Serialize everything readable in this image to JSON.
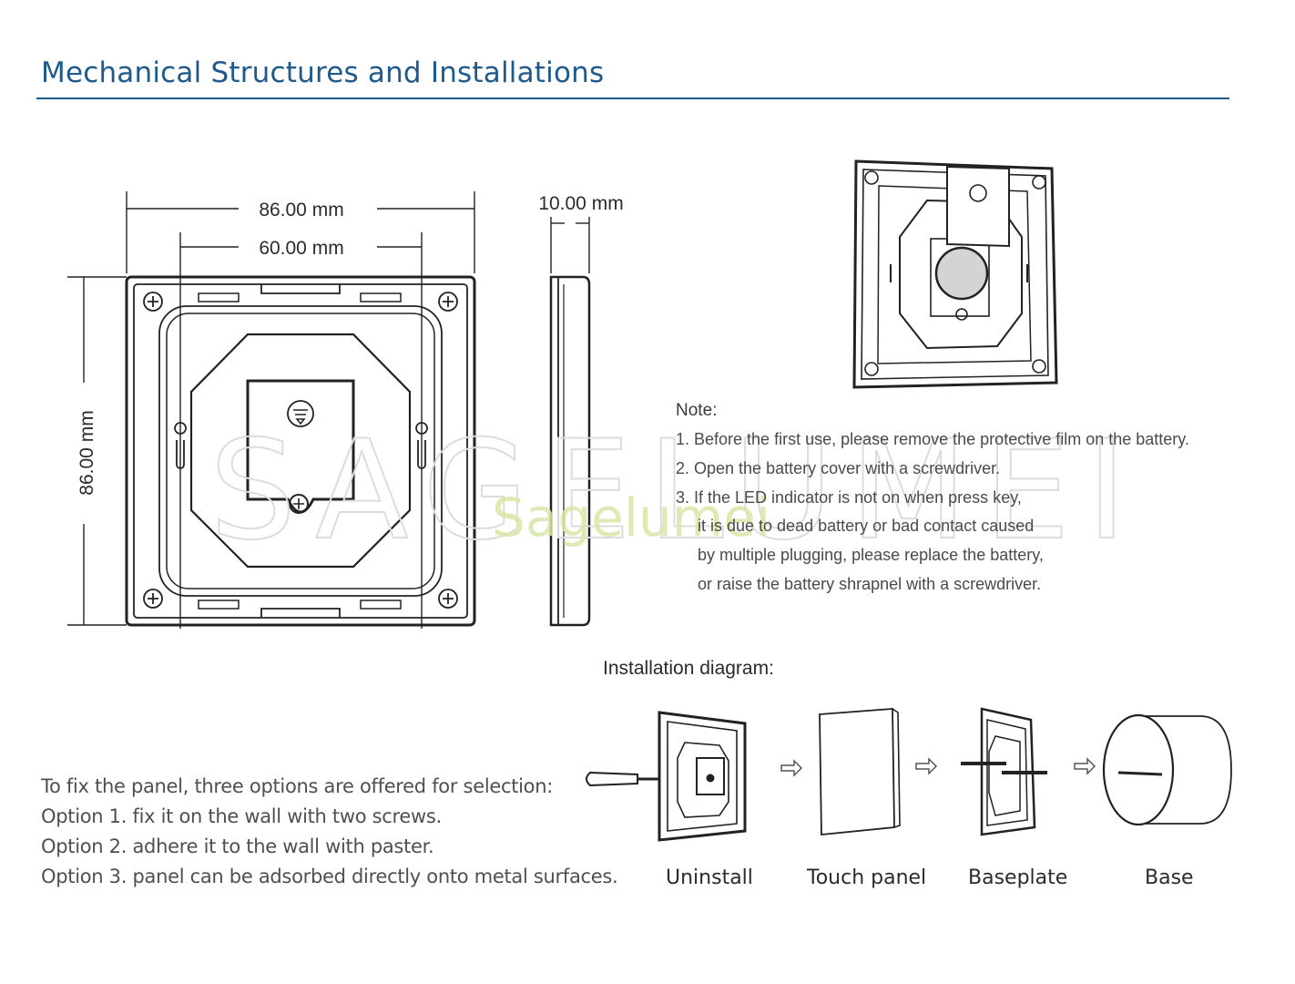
{
  "title": "Mechanical Structures and Installations",
  "dimensions": {
    "width_outer": "86.00 mm",
    "width_inner": "60.00 mm",
    "height": "86.00 mm",
    "thickness": "10.00 mm"
  },
  "note": {
    "title": "Note:",
    "items": [
      "1. Before the first use, please remove the protective film on the battery.",
      "2. Open the battery cover with a screwdriver.",
      "3. If the LED indicator is not on when press key,",
      "it is due to dead battery or bad contact caused",
      "by multiple plugging, please replace the battery,",
      "or raise the battery shrapnel with a screwdriver."
    ]
  },
  "installation": {
    "title": "Installation diagram:",
    "steps": [
      "Uninstall",
      "Touch panel",
      "Baseplate",
      "Base"
    ]
  },
  "fixing": {
    "intro": "To fix the panel, three options are offered for selection:",
    "options": [
      "Option 1. fix it on the wall with two screws.",
      "Option 2. adhere it to the wall with paster.",
      "Option 3. panel can be adsorbed directly onto metal surfaces."
    ]
  },
  "watermark": {
    "big": "SAGELUMEI",
    "small": "Sagelumei"
  },
  "colors": {
    "title": "#1f5a8c",
    "line": "#222222",
    "text": "#3a3a3a",
    "watermark": "#d9e7a6"
  }
}
